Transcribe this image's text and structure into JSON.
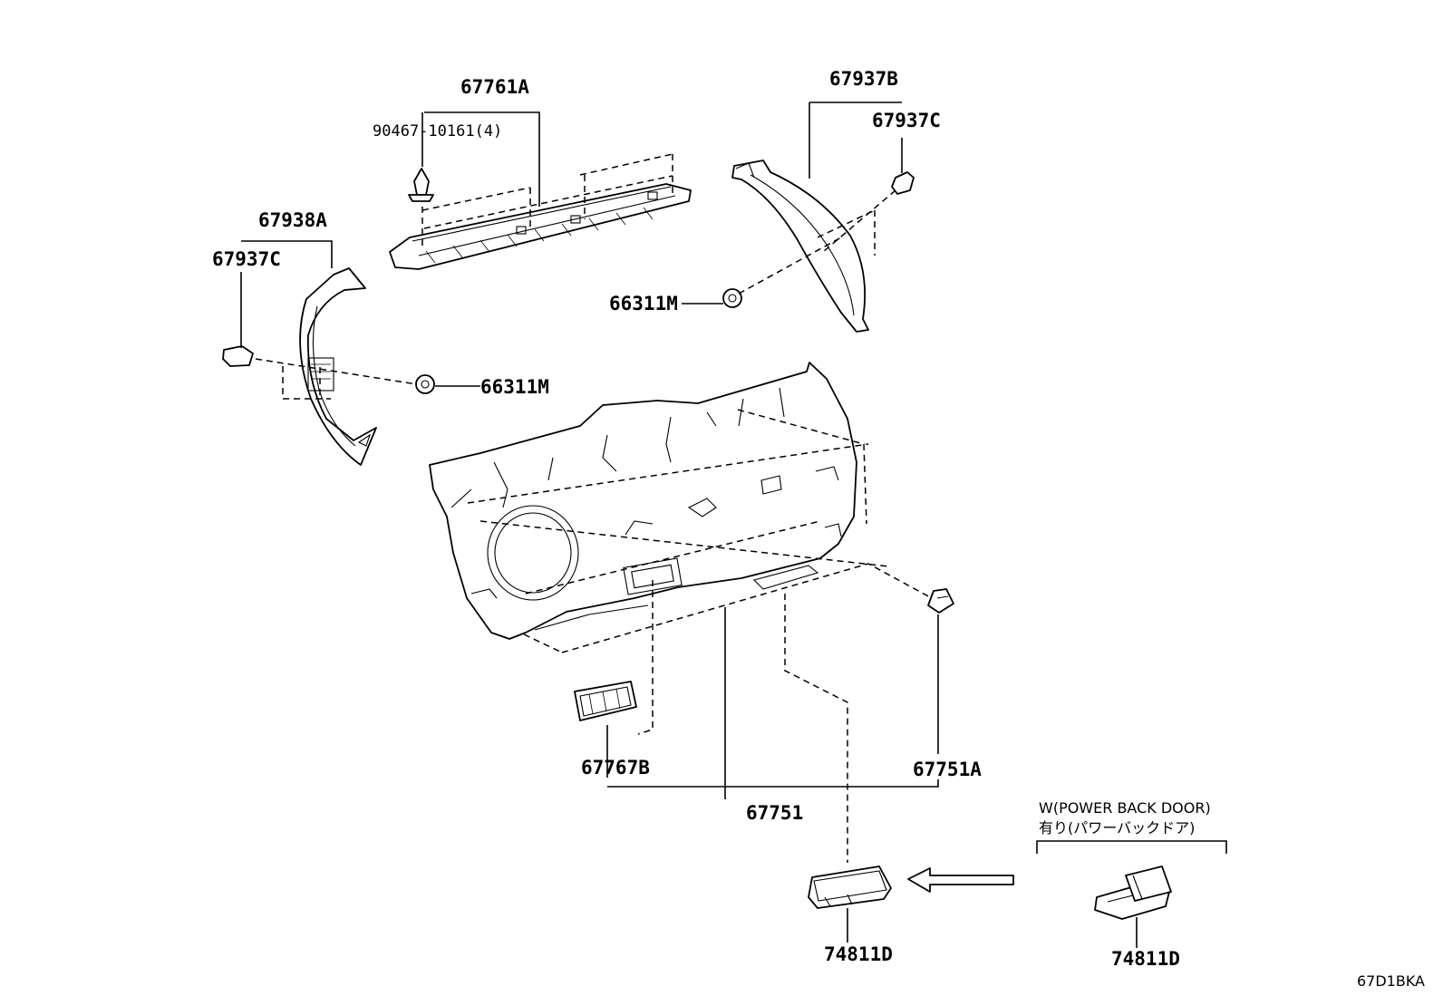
{
  "labels": {
    "l67761a": "67761A",
    "l90467": "90467-10161(4)",
    "l67937b": "67937B",
    "l67937c_r": "67937C",
    "l67938a": "67938A",
    "l67937c_l": "67937C",
    "l66311m_r": "66311M",
    "l66311m_l": "66311M",
    "l67767b": "67767B",
    "l67751a": "67751A",
    "l67751": "67751",
    "l74811d_a": "74811D",
    "l74811d_b": "74811D"
  },
  "note": {
    "line1": "W(POWER BACK DOOR)",
    "line2": "有り(パワーバックドア)"
  },
  "diagram_code": "67D1BKA"
}
